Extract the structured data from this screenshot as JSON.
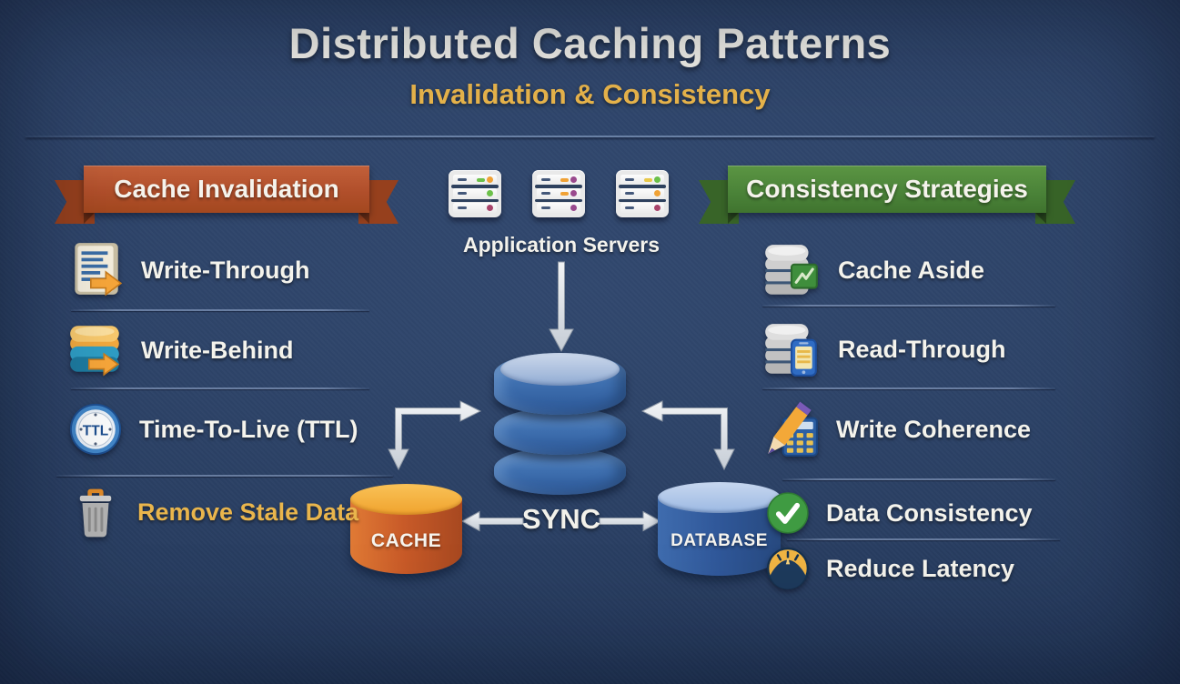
{
  "header": {
    "title": "Distributed Caching Patterns",
    "subtitle": "Invalidation & Consistency"
  },
  "left_panel": {
    "banner": "Cache Invalidation",
    "items": [
      {
        "label": "Write-Through",
        "icon": "document-arrow-icon"
      },
      {
        "label": "Write-Behind",
        "icon": "disk-stack-icon"
      },
      {
        "label": "Time-To-Live (TTL)",
        "icon": "ttl-clock-icon",
        "icon_text": "TTL"
      },
      {
        "label": "Remove Stale Data",
        "icon": "trash-icon",
        "highlighted": true
      }
    ]
  },
  "center": {
    "servers_label": "Application Servers",
    "cache_label": "CACHE",
    "sync_label": "SYNC",
    "database_label": "DATABASE"
  },
  "right_panel": {
    "banner": "Consistency Strategies",
    "items": [
      {
        "label": "Cache Aside",
        "icon": "database-chart-icon"
      },
      {
        "label": "Read-Through",
        "icon": "database-phone-icon"
      },
      {
        "label": "Write Coherence",
        "icon": "pencil-calculator-icon"
      },
      {
        "label": "Data Consistency",
        "icon": "check-circle-icon"
      },
      {
        "label": "Reduce Latency",
        "icon": "gauge-icon"
      }
    ]
  },
  "colors": {
    "background": "#2a3f63",
    "title_text": "#f2f1ea",
    "accent_gold": "#e9b54c",
    "ribbon_red": "#b14f2b",
    "ribbon_green": "#4a8238",
    "cache_orange": "#c85a28",
    "cache_top_yellow": "#f0a32e",
    "database_blue": "#30589a",
    "central_db_blue": "#3f70b0",
    "arrow_gray": "#dde2e8",
    "check_green": "#3f9b42"
  }
}
